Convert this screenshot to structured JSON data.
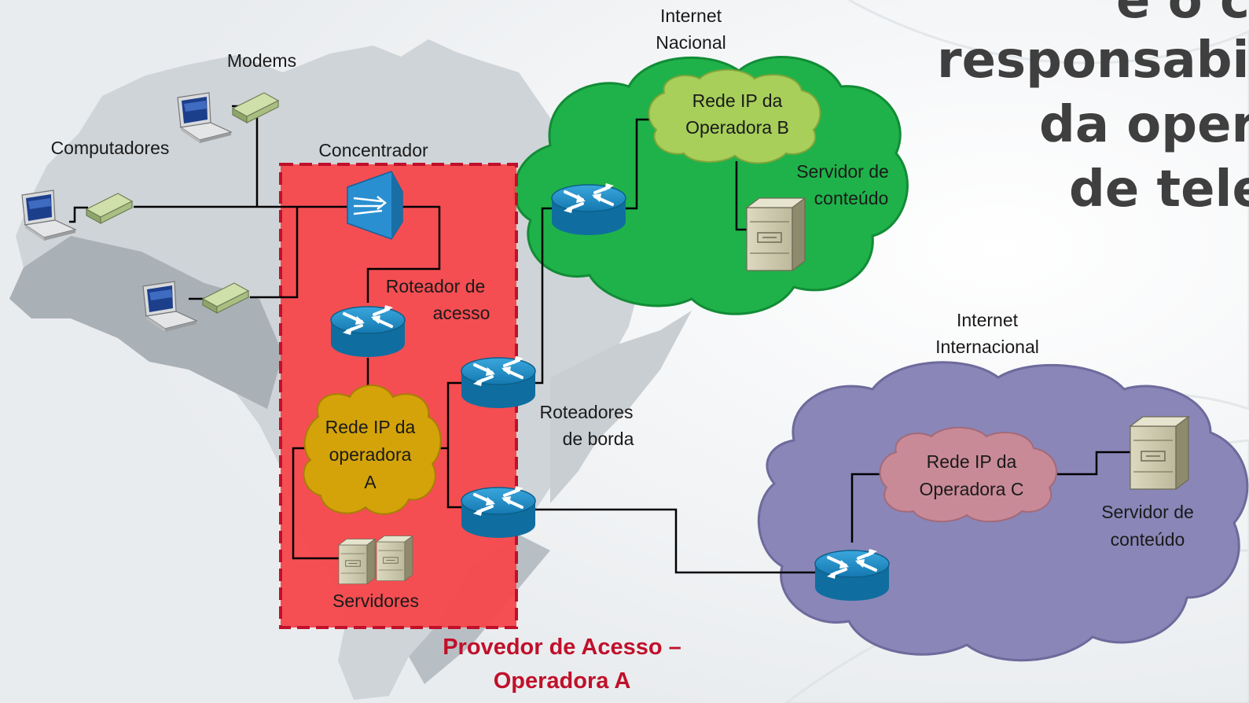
{
  "heading": {
    "line1": "e o c",
    "line2": "responsabi",
    "line3": "da oper",
    "line4": "de tele"
  },
  "labels": {
    "modems": "Modems",
    "computers": "Computadores",
    "concentrator": "Concentrador",
    "access_router_1": "Roteador de",
    "access_router_2": "acesso",
    "edge_routers_1": "Roteadores",
    "edge_routers_2": "de borda",
    "servers": "Servidores",
    "national_1": "Internet",
    "national_2": "Nacional",
    "international_1": "Internet",
    "international_2": "Internacional",
    "content_server_b_1": "Servidor de",
    "content_server_b_2": "conteúdo",
    "content_server_c_1": "Servidor de",
    "content_server_c_2": "conteúdo"
  },
  "clouds": {
    "network_a_1": "Rede IP da",
    "network_a_2": "operadora",
    "network_a_3": "A",
    "network_b_1": "Rede IP da",
    "network_b_2": "Operadora B",
    "network_c_1": "Rede IP da",
    "network_c_2": "Operadora C"
  },
  "provider": {
    "line1": "Provedor de Acesso –",
    "line2": "Operadora A"
  },
  "colors": {
    "provider_box": "#f6474b",
    "provider_border": "#c0102a",
    "national_cloud": "#1fb24a",
    "international_cloud": "#8a86b8",
    "cloud_a": "#d4a30a",
    "cloud_b": "#a7cf5a",
    "cloud_c": "#c98a98",
    "router": "#1b87c1",
    "concentrator": "#2a8fd0",
    "modem": "#b9cf92"
  }
}
